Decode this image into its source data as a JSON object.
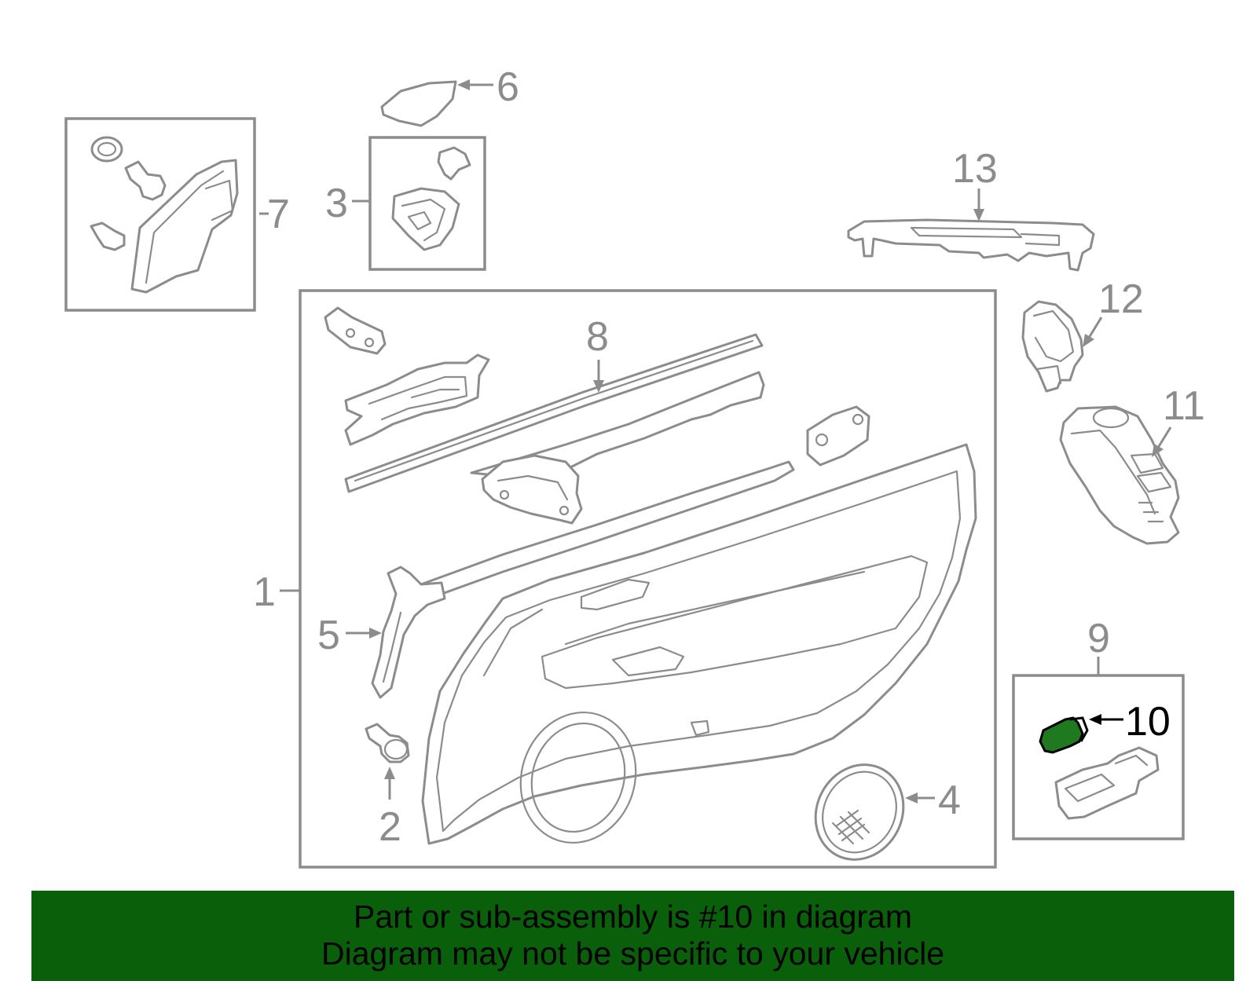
{
  "diagram": {
    "callouts": [
      "1",
      "2",
      "3",
      "4",
      "5",
      "6",
      "7",
      "8",
      "9",
      "10",
      "11",
      "12",
      "13"
    ],
    "highlighted_part": "10",
    "colors": {
      "line": "#8c8c8c",
      "highlight_fill": "#1f7a1f",
      "banner_background": "#0a5f0a",
      "banner_text": "#000000"
    }
  },
  "banner": {
    "line1": "Part or sub-assembly is #10 in diagram",
    "line2": "Diagram may not be specific to your vehicle"
  }
}
